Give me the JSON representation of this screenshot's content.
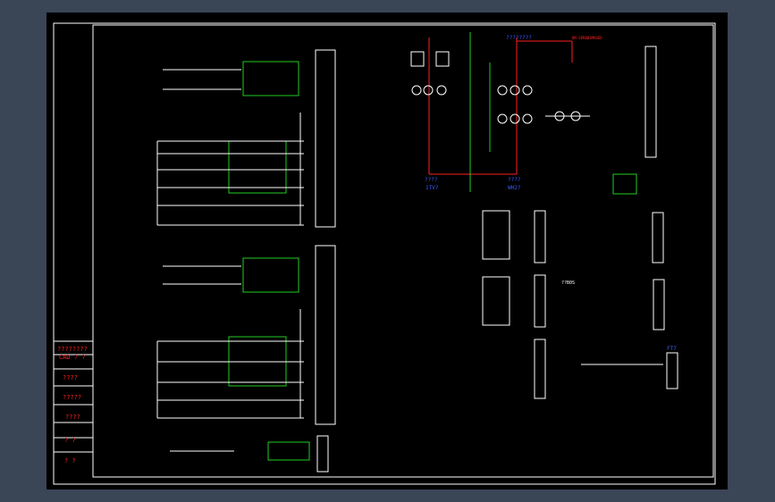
{
  "colors": {
    "viewport_bg": "#3a4556",
    "sheet_bg": "#000000",
    "frame": "#ffffff",
    "wire": "#ffffff",
    "label": "#3a5cff",
    "annotation": "#ff2020",
    "relay_box": "#22cc22"
  },
  "title_block": {
    "rows": [
      "????????",
      "CAD ? ?",
      "????",
      "?????",
      "????",
      "?  ?",
      "?  ?"
    ]
  },
  "primary": {
    "top_label": "????????",
    "left_label_1": "????",
    "left_label_2": "1TV?",
    "right_label_1": "????",
    "right_label_2": "WH2?",
    "top_right_note": "BM-SPRBB3MN3ED"
  },
  "labels": {
    "circuit_note": "??B0S",
    "right_table_header": "FT7"
  }
}
